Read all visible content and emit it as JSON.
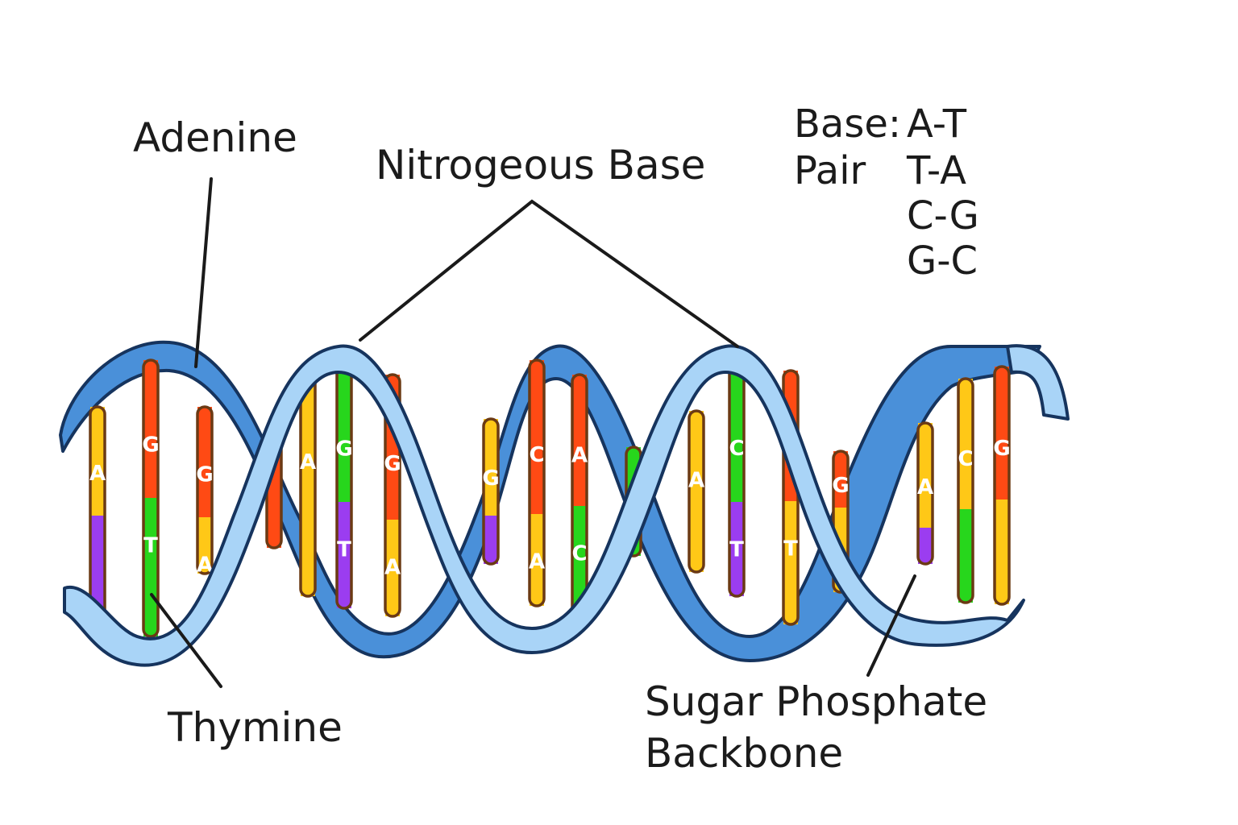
{
  "labels": {
    "adenine": "Adenine",
    "thymine": "Thymine",
    "nitrogenous_base": "Nitrogeous Base",
    "backbone_line1": "Sugar Phosphate",
    "backbone_line2": "Backbone"
  },
  "legend": {
    "title_line1": "Base:",
    "title_line2": "Pair",
    "pairs": [
      "A-T",
      "T-A",
      "C-G",
      "G-C"
    ]
  },
  "colors": {
    "A": "#ffc817",
    "T": "#9b3df0",
    "G": "#ff4a14",
    "C": "#27d61c",
    "front_strand": "#a9d4f7",
    "back_strand": "#4a90d9",
    "outline": "#16345e"
  },
  "base_pairs": [
    {
      "top": "A",
      "bottom": "T",
      "top_letter": "A",
      "bottom_letter": ""
    },
    {
      "top": "G",
      "bottom": "C",
      "top_letter": "G",
      "bottom_letter": "T"
    },
    {
      "top": "G",
      "bottom": "A",
      "top_letter": "G",
      "bottom_letter": "A"
    },
    {
      "top": "G",
      "bottom": "G",
      "top_letter": "",
      "bottom_letter": ""
    },
    {
      "top": "A",
      "bottom": "A",
      "top_letter": "A",
      "bottom_letter": ""
    },
    {
      "top": "C",
      "bottom": "T",
      "top_letter": "G",
      "bottom_letter": "T"
    },
    {
      "top": "G",
      "bottom": "A",
      "top_letter": "G",
      "bottom_letter": "A"
    },
    {
      "top": "A",
      "bottom": "T",
      "top_letter": "G",
      "bottom_letter": ""
    },
    {
      "top": "G",
      "bottom": "A",
      "top_letter": "C",
      "bottom_letter": "A"
    },
    {
      "top": "G",
      "bottom": "C",
      "top_letter": "A",
      "bottom_letter": "C"
    },
    {
      "top": "C",
      "bottom": "C",
      "top_letter": "",
      "bottom_letter": ""
    },
    {
      "top": "A",
      "bottom": "A",
      "top_letter": "A",
      "bottom_letter": ""
    },
    {
      "top": "C",
      "bottom": "T",
      "top_letter": "C",
      "bottom_letter": "T"
    },
    {
      "top": "G",
      "bottom": "A",
      "top_letter": "G",
      "bottom_letter": "T"
    },
    {
      "top": "G",
      "bottom": "A",
      "top_letter": "G",
      "bottom_letter": "A"
    },
    {
      "top": "A",
      "bottom": "T",
      "top_letter": "A",
      "bottom_letter": ""
    },
    {
      "top": "A",
      "bottom": "C",
      "top_letter": "C",
      "bottom_letter": ""
    },
    {
      "top": "G",
      "bottom": "A",
      "top_letter": "G",
      "bottom_letter": ""
    }
  ]
}
